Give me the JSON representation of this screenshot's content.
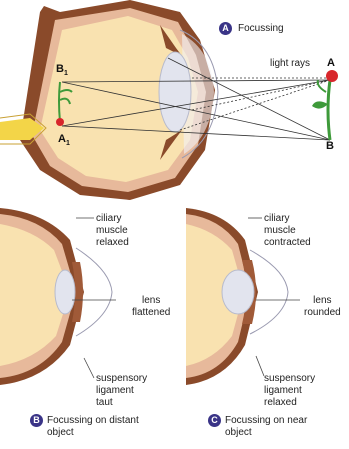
{
  "panel_a": {
    "badge": "A",
    "title": "Focussing",
    "label_light_rays": "light rays",
    "point_a": "A",
    "point_b": "B",
    "point_a1_letter": "A",
    "point_a1_sub": "1",
    "point_b1_letter": "B",
    "point_b1_sub": "1"
  },
  "panel_b": {
    "badge": "B",
    "caption_line1": "Focussing on distant",
    "caption_line2": "object",
    "ciliary_line1": "ciliary",
    "ciliary_line2": "muscle",
    "ciliary_line3": "relaxed",
    "lens_line1": "lens",
    "lens_line2": "flattened",
    "ligament_line1": "suspensory",
    "ligament_line2": "ligament",
    "ligament_line3": "taut"
  },
  "panel_c": {
    "badge": "C",
    "caption_line1": "Focussing on near",
    "caption_line2": "object",
    "ciliary_line1": "ciliary",
    "ciliary_line2": "muscle",
    "ciliary_line3": "contracted",
    "lens_line1": "lens",
    "lens_line2": "rounded",
    "ligament_line1": "suspensory",
    "ligament_line2": "ligament",
    "ligament_line3": "relaxed"
  },
  "colors": {
    "badge": "#3a3487",
    "sclera": "#8a4a2a",
    "vitreous": "#f9e2b0",
    "lens": "#e2e4ee",
    "nerve": "#f3d548",
    "rose": "#d8262b",
    "stem": "#3e9a3a"
  }
}
